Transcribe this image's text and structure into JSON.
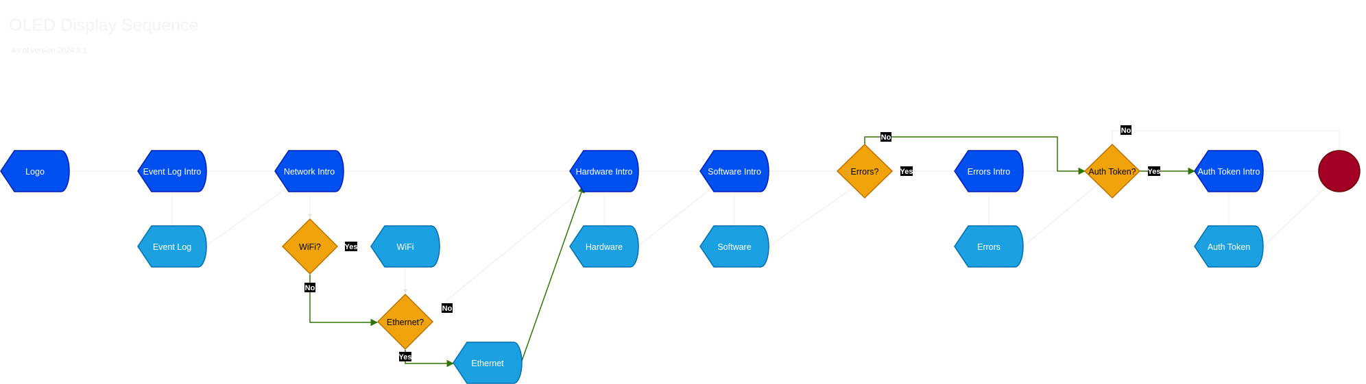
{
  "title": "OLED Display Sequence",
  "subtitle": "As of version 2024.3.1",
  "colors": {
    "intro": "#0050ef",
    "intro_stroke": "#001dbc",
    "screen": "#1ba1e2",
    "screen_stroke": "#006eaf",
    "decision": "#f0a30a",
    "decision_stroke": "#bd7000",
    "end": "#a20025",
    "end_stroke": "#6f0000",
    "flow": "#2d7600",
    "faint": "#ececec"
  },
  "nodes": {
    "logo": "Logo",
    "event_log_intro": "Event Log Intro",
    "network_intro": "Network Intro",
    "hardware_intro": "Hardware Intro",
    "software_intro": "Software Intro",
    "errors_decision": "Errors?",
    "errors_intro": "Errors Intro",
    "auth_token_decision": "Auth Token?",
    "auth_token_intro": "Auth Token Intro",
    "event_log": "Event Log",
    "wifi_decision": "WiFi?",
    "wifi": "WiFi",
    "hardware": "Hardware",
    "software": "Software",
    "errors": "Errors",
    "auth_token": "Auth Token",
    "ethernet_decision": "Ethernet?",
    "ethernet": "Ethernet"
  },
  "edge_labels": {
    "wifi_yes": "Yes",
    "wifi_no": "No",
    "ethernet_no": "No",
    "ethernet_yes": "Yes",
    "errors_no": "No",
    "errors_yes": "Yes",
    "auth_no": "No",
    "auth_yes": "Yes"
  }
}
